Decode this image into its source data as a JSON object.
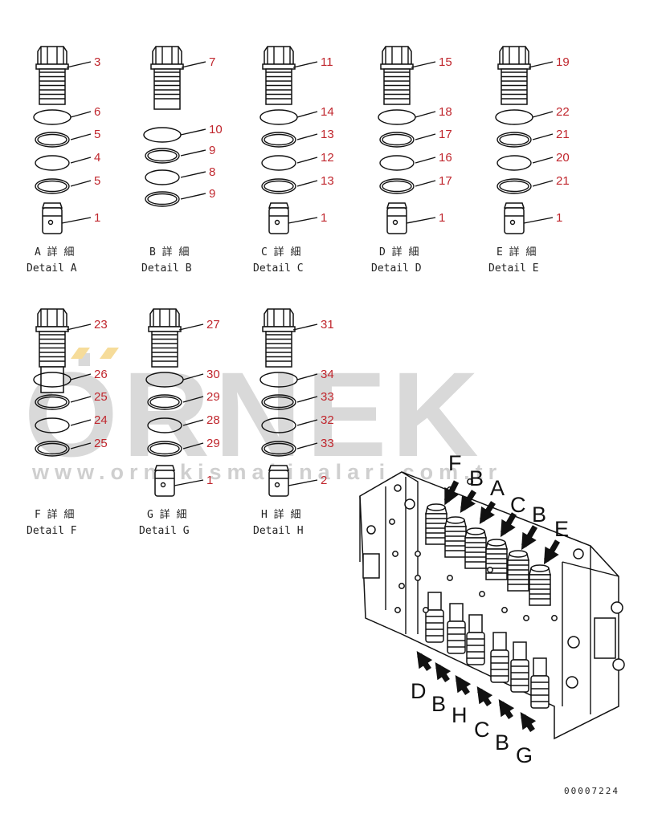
{
  "details_row1": [
    {
      "letter": "A",
      "jp": "A 詳 細",
      "en": "Detail A",
      "parts": [
        "3",
        "6",
        "5",
        "4",
        "5",
        "1"
      ]
    },
    {
      "letter": "B",
      "jp": "B 詳 細",
      "en": "Detail B",
      "parts": [
        "7",
        "10",
        "9",
        "8",
        "9"
      ]
    },
    {
      "letter": "C",
      "jp": "C 詳 細",
      "en": "Detail C",
      "parts": [
        "11",
        "14",
        "13",
        "12",
        "13",
        "1"
      ]
    },
    {
      "letter": "D",
      "jp": "D 詳 細",
      "en": "Detail D",
      "parts": [
        "15",
        "18",
        "17",
        "16",
        "17",
        "1"
      ]
    },
    {
      "letter": "E",
      "jp": "E 詳 細",
      "en": "Detail E",
      "parts": [
        "19",
        "22",
        "21",
        "20",
        "21",
        "1"
      ]
    }
  ],
  "details_row2": [
    {
      "letter": "F",
      "jp": "F 詳 細",
      "en": "Detail F",
      "parts": [
        "23",
        "26",
        "25",
        "24",
        "25"
      ]
    },
    {
      "letter": "G",
      "jp": "G 詳 細",
      "en": "Detail G",
      "parts": [
        "27",
        "30",
        "29",
        "28",
        "29",
        "1"
      ]
    },
    {
      "letter": "H",
      "jp": "H 詳 細",
      "en": "Detail H",
      "parts": [
        "31",
        "34",
        "33",
        "32",
        "33",
        "2"
      ]
    }
  ],
  "watermark": {
    "brand": "ÖRNEK",
    "url": "www.ornekismakinalari.com.tr"
  },
  "assembly_labels_top": [
    "F",
    "B",
    "A",
    "C",
    "B",
    "E"
  ],
  "assembly_labels_bottom": [
    "D",
    "B",
    "H",
    "C",
    "B",
    "G"
  ],
  "drawing_code": "00007224"
}
